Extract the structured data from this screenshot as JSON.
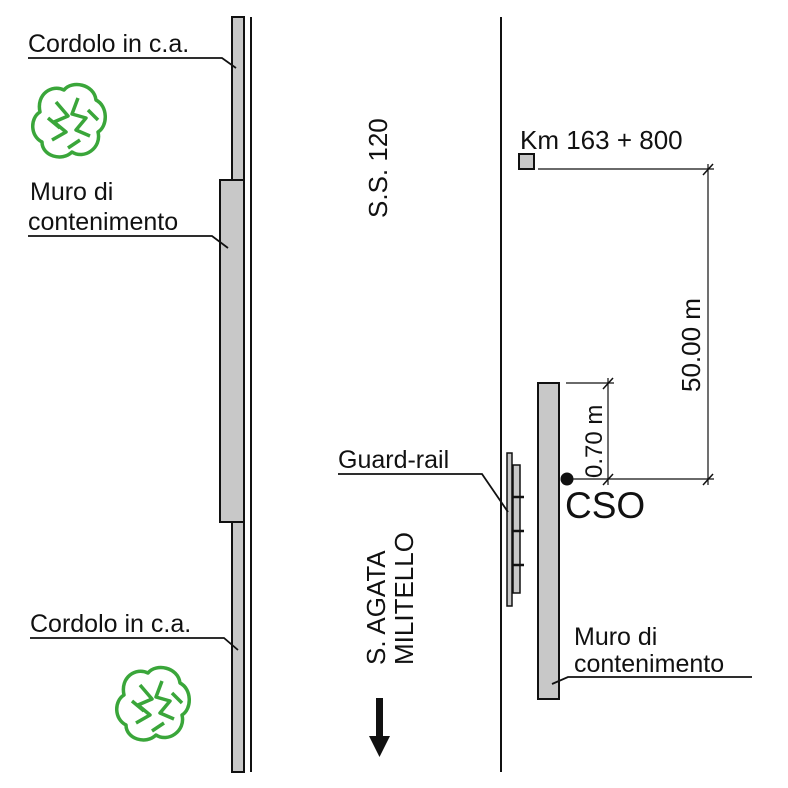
{
  "labels": {
    "cordolo_top": "Cordolo in c.a.",
    "cordolo_bottom": "Cordolo in c.a.",
    "muro_left_line1": "Muro di",
    "muro_left_line2": "contenimento",
    "road_name": "S.S. 120",
    "direction_line1": "S. AGATA",
    "direction_line2": "MILITELLO",
    "km_marker": "Km 163 + 800",
    "dim_long": "50.00 m",
    "dim_short": "0.70 m",
    "guard_rail": "Guard-rail",
    "cso": "CSO",
    "muro_right_line1": "Muro di",
    "muro_right_line2": "contenimento"
  },
  "colors": {
    "wall_fill": "#c8c8c8",
    "line": "#111111",
    "tree": "#3aa63a",
    "background": "#ffffff"
  },
  "icons": {
    "tree": "tree-icon",
    "arrow": "arrow-down-icon",
    "marker": "km-marker-icon",
    "point": "cso-point-icon"
  }
}
